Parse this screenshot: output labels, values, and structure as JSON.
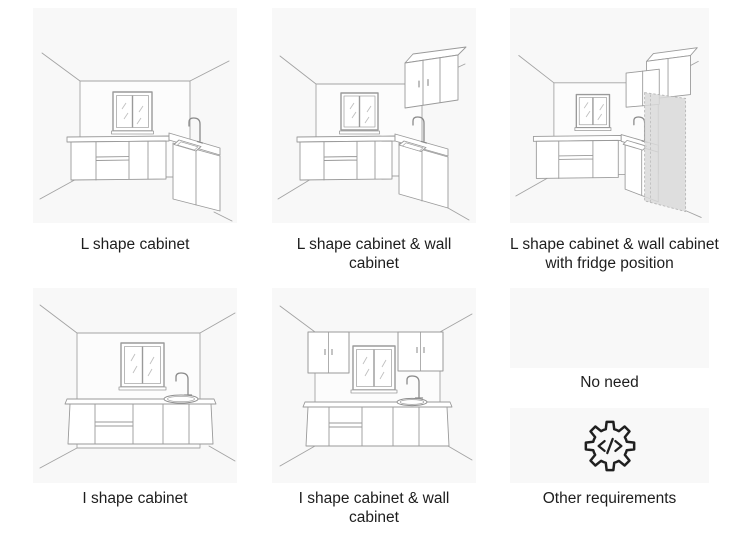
{
  "options": [
    {
      "name": "l-shape-cabinet",
      "label": "L shape cabinet",
      "lines": [
        "L shape cabinet"
      ]
    },
    {
      "name": "l-shape-cabinet-wall-cabinet",
      "label": "L shape cabinet & wall cabinet",
      "lines": [
        "L shape cabinet & wall",
        "cabinet"
      ]
    },
    {
      "name": "l-shape-cabinet-wall-cabinet-fridge",
      "label": "L shape cabinet & wall cabinet with fridge position",
      "lines": [
        "L shape cabinet & wall cabinet",
        "with fridge position"
      ]
    },
    {
      "name": "i-shape-cabinet",
      "label": "I shape cabinet",
      "lines": [
        "I shape cabinet"
      ]
    },
    {
      "name": "i-shape-cabinet-wall-cabinet",
      "label": "I shape cabinet & wall cabinet",
      "lines": [
        "I shape cabinet & wall",
        "cabinet"
      ]
    },
    {
      "name": "no-need",
      "label": "No need",
      "lines": [
        "No need"
      ]
    },
    {
      "name": "other-requirements",
      "label": "Other requirements",
      "lines": [
        "Other requirements"
      ]
    }
  ],
  "icons": {
    "other_requirements": "gear-code-icon"
  },
  "colors": {
    "tile_background": "#f8f8f8",
    "drawing_line": "#9a9a9a",
    "drawing_line_dark": "#8a8a8a",
    "fridge_fill": "#d9d9d9",
    "fridge_stroke": "#b6b6b6",
    "text": "#1d1d1d",
    "icon_stroke": "#1f1f1f"
  }
}
